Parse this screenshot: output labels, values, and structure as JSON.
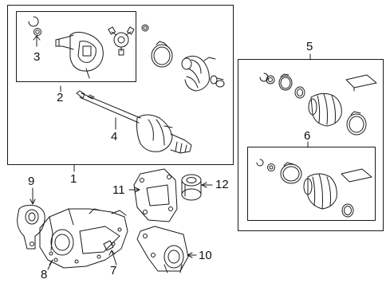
{
  "colors": {
    "ink": "#1a1a1a",
    "panel_border": "#222222",
    "background": "#ffffff"
  },
  "callouts": {
    "c1": "1",
    "c2": "2",
    "c3": "3",
    "c4": "4",
    "c5": "5",
    "c6": "6",
    "c7": "7",
    "c8": "8",
    "c9": "9",
    "c10": "10",
    "c11": "11",
    "c12": "12"
  }
}
